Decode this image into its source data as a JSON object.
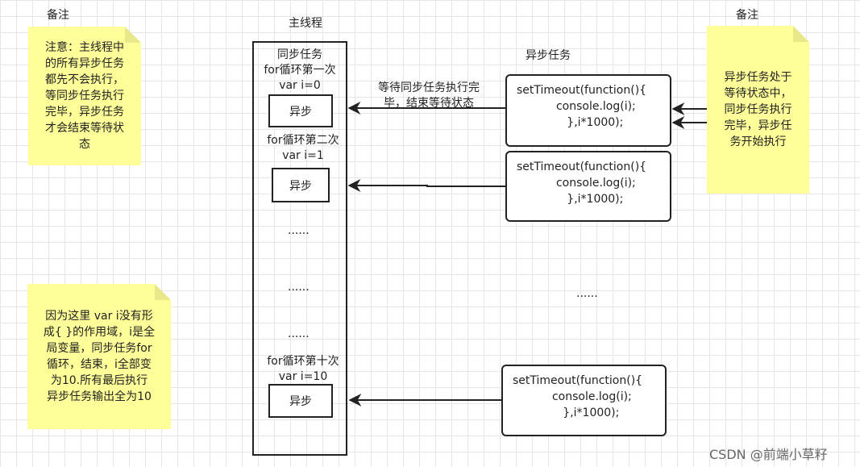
{
  "headers": {
    "note_left": "备注",
    "main_thread": "主线程",
    "note_right": "备注",
    "async_tasks": "异步任务"
  },
  "notes": {
    "top_left": "注意：主线程中\n的所有异步任务\n都先不会执行，\n等同步任务执行\n完毕，异步任务\n才会结束等待状\n态",
    "right": "异步任务处于\n等待状态中，\n同步任务执行\n完毕，异步任\n务开始执行",
    "bottom_left": "因为这里 var i没有形\n成{ }的作用域，i是全\n局变量，同步任务for\n循环，结束，i全部变\n为10.所有最后执行\n异步任务输出全为10"
  },
  "main_thread": {
    "sync_label": "同步任务\nfor循环第一次\nvar i=0",
    "loop2": "for循环第二次\nvar i=1",
    "loop10": "for循环第十次\nvar i=10",
    "async_box": "异步",
    "ellipsis": "......"
  },
  "arrow_label": "等待同步任务执行完\n毕，结束等待状态",
  "code": "setTimeout(function(){\n           console.log(i);\n              },i*1000);",
  "async_ellipsis": "......",
  "watermark": "CSDN @前端小草籽"
}
